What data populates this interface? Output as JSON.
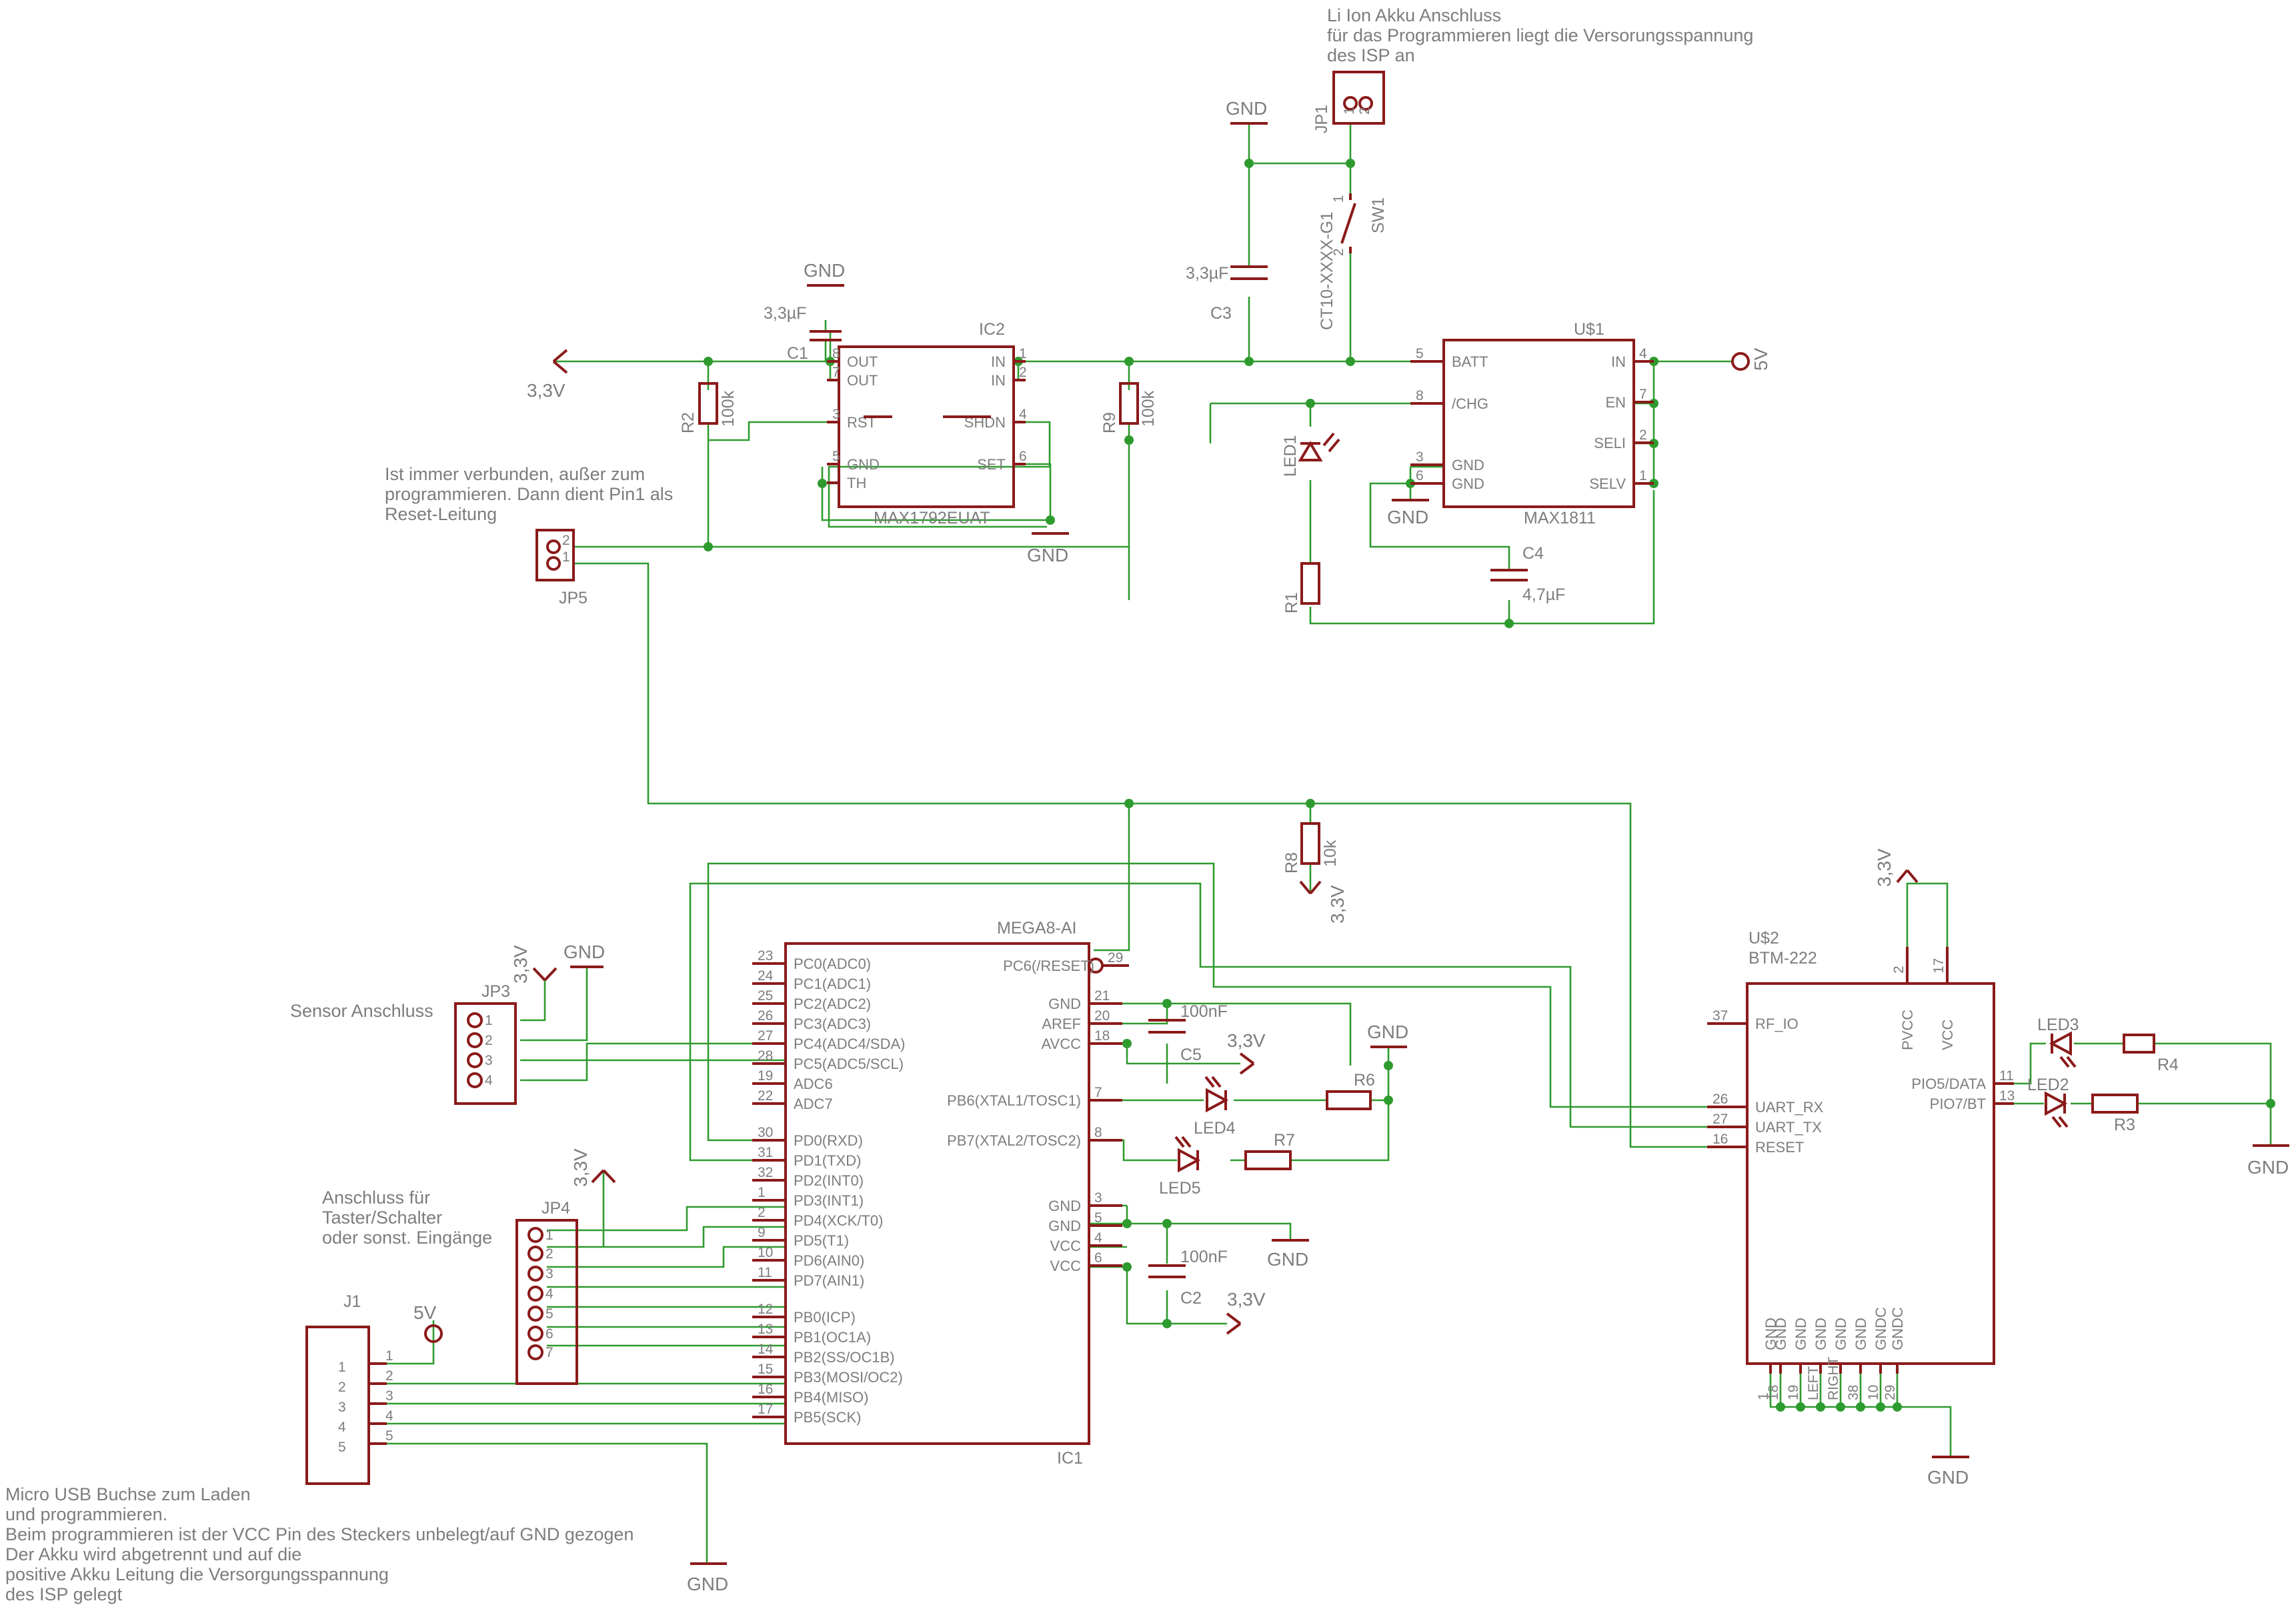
{
  "notes": {
    "liion": [
      "Li Ion Akku Anschluss",
      "für das Programmieren liegt die Versorungsspannung",
      "des ISP an"
    ],
    "jp5": [
      "Ist immer verbunden, außer zum",
      "programmieren. Dann dient Pin1 als",
      "Reset-Leitung"
    ],
    "sensor": "Sensor Anschluss",
    "taster": [
      "Anschluss für",
      "Taster/Schalter",
      "oder sonst. Eingänge"
    ],
    "usb": [
      "Micro USB Buchse   zum Laden",
      "und programmieren.",
      "Beim programmieren ist der VCC Pin des Steckers unbelegt/auf GND gezogen",
      "Der Akku wird abgetrennt und auf die",
      "positive Akku Leitung die Versorgungsspannung",
      "des ISP gelegt"
    ]
  },
  "supplies": {
    "gnd": "GND",
    "v33": "3,3V",
    "v5": "5V"
  },
  "parts": {
    "jp1": {
      "name": "JP1",
      "pins": [
        "1",
        "2"
      ]
    },
    "sw1": {
      "name": "SW1",
      "value": "CT10-XXXX-G1",
      "pins": [
        "1",
        "2"
      ]
    },
    "c3": {
      "name": "C3",
      "value": "3,3µF"
    },
    "c1": {
      "name": "C1",
      "value": "3,3µF"
    },
    "c4": {
      "name": "C4",
      "value": "4,7µF"
    },
    "c5": {
      "name": "C5",
      "value": "100nF"
    },
    "c2": {
      "name": "C2",
      "value": "100nF"
    },
    "r2": {
      "name": "R2",
      "value": "100k"
    },
    "r9": {
      "name": "R9",
      "value": "100k"
    },
    "r8": {
      "name": "R8",
      "value": "10k"
    },
    "r1": {
      "name": "R1"
    },
    "r3": {
      "name": "R3"
    },
    "r4": {
      "name": "R4"
    },
    "r6": {
      "name": "R6"
    },
    "r7": {
      "name": "R7"
    },
    "led1": {
      "name": "LED1"
    },
    "led2": {
      "name": "LED2"
    },
    "led3": {
      "name": "LED3"
    },
    "led4": {
      "name": "LED4"
    },
    "led5": {
      "name": "LED5"
    },
    "jp5": {
      "name": "JP5",
      "pins": [
        "2",
        "1"
      ]
    },
    "jp3": {
      "name": "JP3",
      "pins": [
        "1",
        "2",
        "3",
        "4"
      ]
    },
    "jp4": {
      "name": "JP4",
      "pins": [
        "1",
        "2",
        "3",
        "4",
        "5",
        "6",
        "7"
      ]
    },
    "j1": {
      "name": "J1",
      "pins": [
        "1",
        "2",
        "3",
        "4",
        "5"
      ],
      "wire_nums": [
        "1",
        "2",
        "3",
        "4",
        "5"
      ]
    },
    "ic2": {
      "name": "IC2",
      "value": "MAX1792EUAT",
      "left": [
        {
          "num": "8",
          "name": "OUT"
        },
        {
          "num": "7",
          "name": "OUT"
        },
        {
          "num": "3",
          "name": "RST"
        },
        {
          "num": "5",
          "name": "GND"
        },
        {
          "num": "",
          "name": "TH"
        }
      ],
      "right": [
        {
          "num": "1",
          "name": "IN"
        },
        {
          "num": "2",
          "name": "IN"
        },
        {
          "num": "4",
          "name": "SHDN"
        },
        {
          "num": "6",
          "name": "SET"
        }
      ]
    },
    "u1": {
      "name": "U$1",
      "value": "MAX1811",
      "left": [
        {
          "num": "5",
          "name": "BATT"
        },
        {
          "num": "8",
          "name": "/CHG"
        },
        {
          "num": "3",
          "name": "GND"
        },
        {
          "num": "6",
          "name": "GND"
        }
      ],
      "right": [
        {
          "num": "4",
          "name": "IN"
        },
        {
          "num": "7",
          "name": "EN"
        },
        {
          "num": "2",
          "name": "SELI"
        },
        {
          "num": "1",
          "name": "SELV"
        }
      ]
    },
    "ic1": {
      "name": "IC1",
      "value": "MEGA8-AI",
      "left": [
        {
          "num": "23",
          "name": "PC0(ADC0)"
        },
        {
          "num": "24",
          "name": "PC1(ADC1)"
        },
        {
          "num": "25",
          "name": "PC2(ADC2)"
        },
        {
          "num": "26",
          "name": "PC3(ADC3)"
        },
        {
          "num": "27",
          "name": "PC4(ADC4/SDA)"
        },
        {
          "num": "28",
          "name": "PC5(ADC5/SCL)"
        },
        {
          "num": "19",
          "name": "ADC6"
        },
        {
          "num": "22",
          "name": "ADC7"
        },
        {
          "num": "30",
          "name": "PD0(RXD)"
        },
        {
          "num": "31",
          "name": "PD1(TXD)"
        },
        {
          "num": "32",
          "name": "PD2(INT0)"
        },
        {
          "num": "1",
          "name": "PD3(INT1)"
        },
        {
          "num": "2",
          "name": "PD4(XCK/T0)"
        },
        {
          "num": "9",
          "name": "PD5(T1)"
        },
        {
          "num": "10",
          "name": "PD6(AIN0)"
        },
        {
          "num": "11",
          "name": "PD7(AIN1)"
        },
        {
          "num": "12",
          "name": "PB0(ICP)"
        },
        {
          "num": "13",
          "name": "PB1(OC1A)"
        },
        {
          "num": "14",
          "name": "PB2(SS/OC1B)"
        },
        {
          "num": "15",
          "name": "PB3(MOSI/OC2)"
        },
        {
          "num": "16",
          "name": "PB4(MISO)"
        },
        {
          "num": "17",
          "name": "PB5(SCK)"
        }
      ],
      "right": [
        {
          "num": "29",
          "name": "PC6(/RESET)"
        },
        {
          "num": "21",
          "name": "GND"
        },
        {
          "num": "20",
          "name": "AREF"
        },
        {
          "num": "18",
          "name": "AVCC"
        },
        {
          "num": "7",
          "name": "PB6(XTAL1/TOSC1)"
        },
        {
          "num": "8",
          "name": "PB7(XTAL2/TOSC2)"
        },
        {
          "num": "3",
          "name": "GND"
        },
        {
          "num": "5",
          "name": "GND"
        },
        {
          "num": "4",
          "name": "VCC"
        },
        {
          "num": "6",
          "name": "VCC"
        }
      ]
    },
    "u2": {
      "name": "U$2",
      "value": "BTM-222",
      "left": [
        {
          "num": "37",
          "name": "RF_IO"
        },
        {
          "num": "26",
          "name": "UART_RX"
        },
        {
          "num": "27",
          "name": "UART_TX"
        },
        {
          "num": "16",
          "name": "RESET"
        }
      ],
      "right": [
        {
          "num": "11",
          "name": "PIO5/DATA"
        },
        {
          "num": "13",
          "name": "PIO7/BT"
        }
      ],
      "top": [
        {
          "num": "2",
          "name": "PVCC"
        },
        {
          "num": "17",
          "name": "VCC"
        }
      ],
      "bottom": [
        {
          "num": "1",
          "name": "GND"
        },
        {
          "num": "18",
          "name": "GND"
        },
        {
          "num": "19",
          "name": "GND"
        },
        {
          "num": "LEFT",
          "name": "GND"
        },
        {
          "num": "RIGHT",
          "name": "GND"
        },
        {
          "num": "38",
          "name": "GND"
        },
        {
          "num": "10",
          "name": "GNDC"
        },
        {
          "num": "29",
          "name": "GNDC"
        }
      ]
    }
  }
}
